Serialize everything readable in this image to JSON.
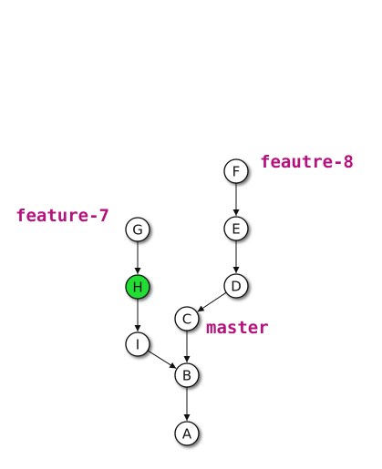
{
  "graph": {
    "node_fill": "#ffffff",
    "highlight_fill": "#22dd33",
    "label_color": "#b5127e",
    "commits": [
      {
        "id": "A",
        "label": "A",
        "highlighted": false
      },
      {
        "id": "B",
        "label": "B",
        "highlighted": false
      },
      {
        "id": "C",
        "label": "C",
        "highlighted": false
      },
      {
        "id": "D",
        "label": "D",
        "highlighted": false
      },
      {
        "id": "E",
        "label": "E",
        "highlighted": false
      },
      {
        "id": "F",
        "label": "F",
        "highlighted": false
      },
      {
        "id": "G",
        "label": "G",
        "highlighted": false
      },
      {
        "id": "H",
        "label": "H",
        "highlighted": true
      },
      {
        "id": "I",
        "label": "I",
        "highlighted": false
      }
    ],
    "edges": [
      {
        "from": "F",
        "to": "E"
      },
      {
        "from": "E",
        "to": "D"
      },
      {
        "from": "D",
        "to": "C"
      },
      {
        "from": "C",
        "to": "B"
      },
      {
        "from": "G",
        "to": "H"
      },
      {
        "from": "H",
        "to": "I"
      },
      {
        "from": "I",
        "to": "B"
      },
      {
        "from": "B",
        "to": "A"
      }
    ],
    "branches": {
      "feature_8": "feautre-8",
      "feature_7": "feature-7",
      "master": "master"
    }
  }
}
